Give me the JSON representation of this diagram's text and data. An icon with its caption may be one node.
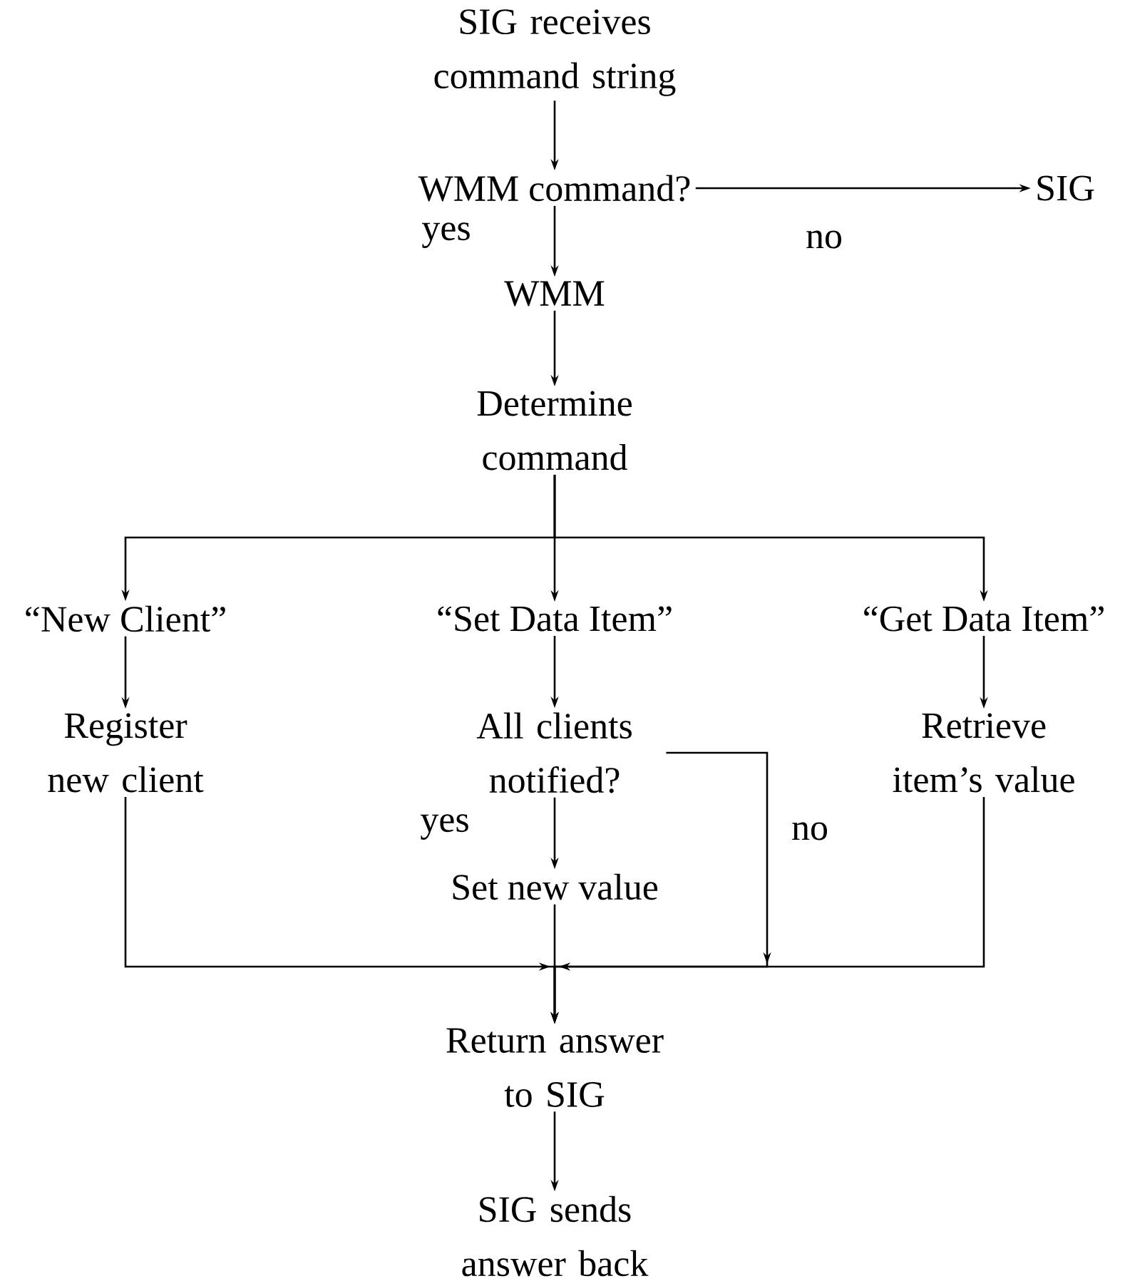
{
  "diagram": {
    "nodes": [
      {
        "text": [
          "SIG receives command string"
        ]
      },
      {
        "text": [
          "WMM command?"
        ]
      },
      {
        "text": [
          "SIG"
        ]
      },
      {
        "text": [
          "WMM"
        ]
      },
      {
        "text": [
          "Determine command"
        ]
      },
      {
        "text": [
          "“New Client”"
        ]
      },
      {
        "text": [
          "“Set Data Item”"
        ]
      },
      {
        "text": [
          "“Get Data Item”"
        ]
      },
      {
        "text": [
          "Register new client"
        ]
      },
      {
        "text": [
          "All clients notified?"
        ]
      },
      {
        "text": [
          "Retrieve item’s value"
        ]
      },
      {
        "text": [
          "Set new value"
        ]
      },
      {
        "text": [
          "Return answer to SIG"
        ]
      },
      {
        "text": [
          "SIG sends answer back"
        ]
      }
    ],
    "edges": [
      {
        "from": 0,
        "to": 1,
        "arrow": "to"
      },
      {
        "from": 1,
        "to": 2,
        "arrow": "to",
        "label": "no"
      },
      {
        "from": 1,
        "to": 3,
        "arrow": "to",
        "label": "yes"
      },
      {
        "from": 3,
        "to": 4,
        "arrow": "to"
      },
      {
        "from": 4,
        "to": 5,
        "arrow": "to"
      },
      {
        "from": 4,
        "to": 6,
        "arrow": "to"
      },
      {
        "from": 4,
        "to": 7,
        "arrow": "to"
      },
      {
        "from": 5,
        "to": 8,
        "arrow": "to"
      },
      {
        "from": 6,
        "to": 9,
        "arrow": "to"
      },
      {
        "from": 7,
        "to": 10,
        "arrow": "to"
      },
      {
        "from": 9,
        "to": 11,
        "arrow": "to",
        "label": "yes"
      },
      {
        "from": 9,
        "to": 12,
        "arrow": "to",
        "label": "no"
      },
      {
        "from": 8,
        "to": 12,
        "arrow": "to"
      },
      {
        "from": 10,
        "to": 12,
        "arrow": "to"
      },
      {
        "from": 11,
        "to": 12,
        "arrow": "to"
      },
      {
        "from": 12,
        "to": 13,
        "arrow": "to"
      }
    ]
  }
}
